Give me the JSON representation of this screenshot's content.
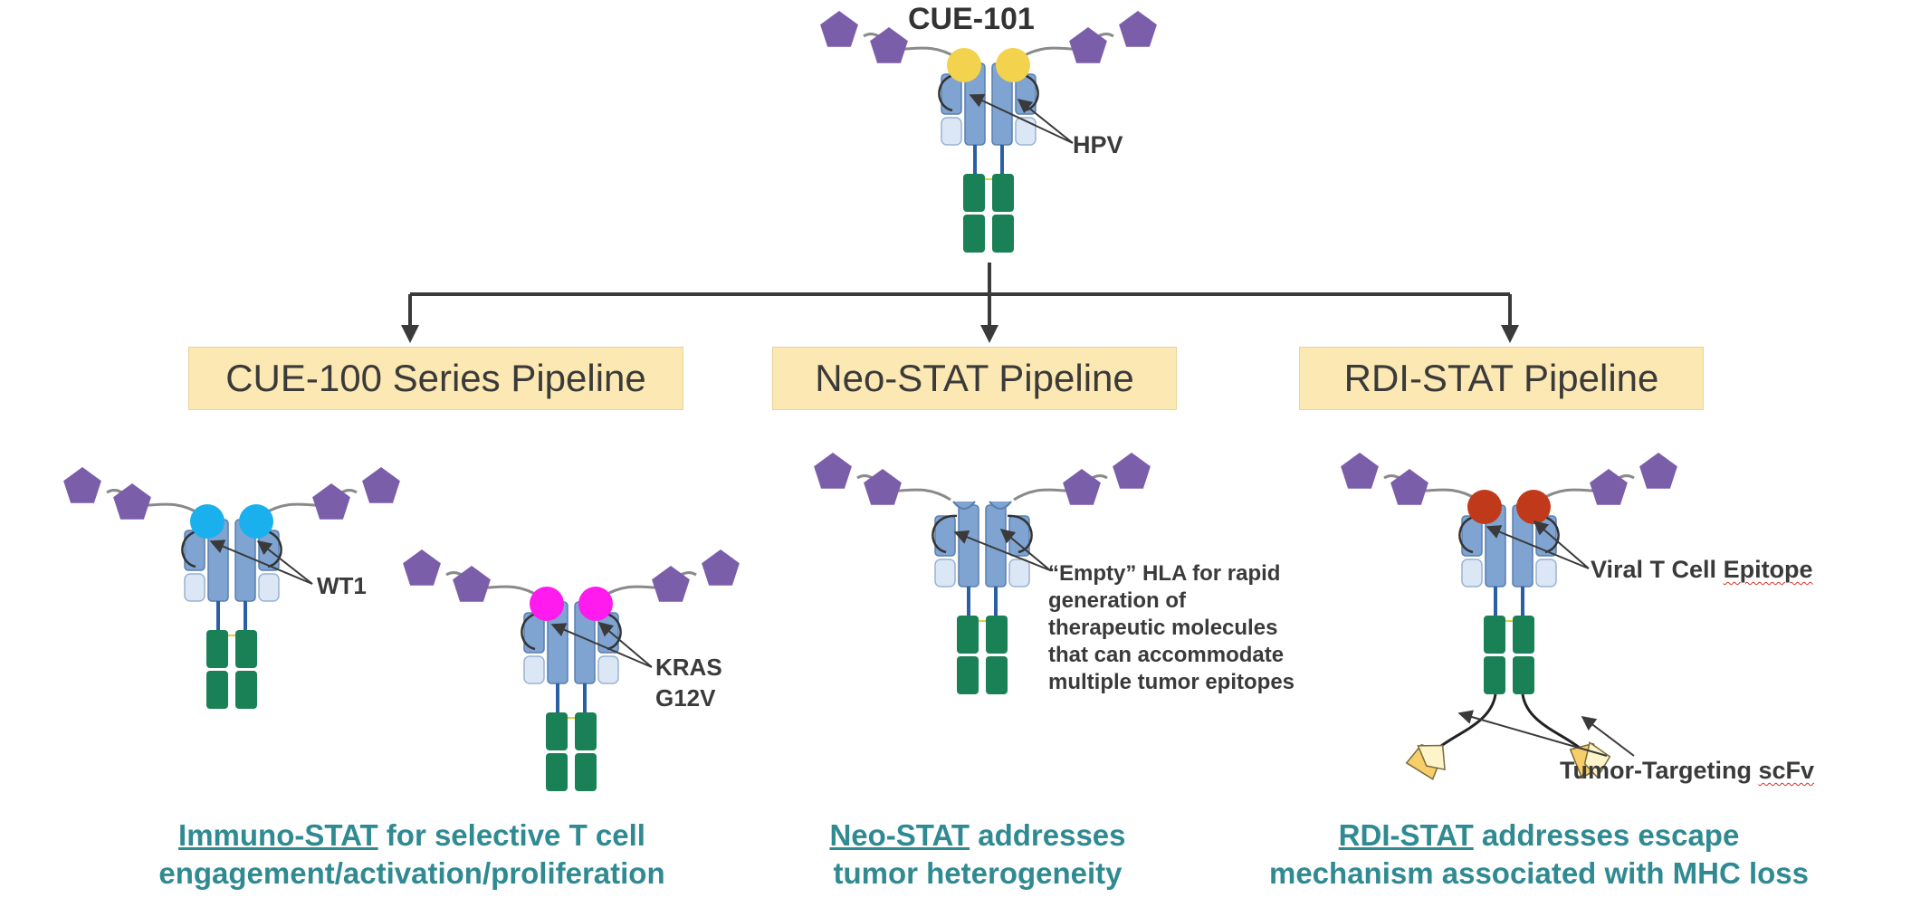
{
  "top": {
    "title": "CUE-101",
    "epitope_label": "HPV"
  },
  "pipelines": [
    {
      "label": "CUE-100 Series Pipeline"
    },
    {
      "label": "Neo-STAT Pipeline"
    },
    {
      "label": "RDI-STAT Pipeline"
    }
  ],
  "molecules": {
    "wt1": {
      "label": "WT1",
      "color": "#1ab0ee"
    },
    "kras": {
      "label_line1": "KRAS",
      "label_line2": "G12V",
      "color": "#ff1aee"
    },
    "hpv": {
      "color": "#f3d24e"
    },
    "neo": {
      "desc": [
        "“Empty” HLA for rapid",
        "generation of",
        "therapeutic molecules",
        "that can accommodate",
        "multiple tumor epitopes"
      ]
    },
    "rdi": {
      "epitope_label_main": "Viral T Cell ",
      "epitope_label_squig": "Epitope",
      "color": "#c0391b",
      "scfv_label_main": "Tumor-Targeting ",
      "scfv_label_squig": "scFv"
    }
  },
  "captions": {
    "immuno": {
      "underlined": "Immuno-STAT",
      "rest1": " for selective T cell",
      "line2": "engagement/activation/proliferation"
    },
    "neo": {
      "underlined": "Neo-STAT",
      "rest1": " addresses",
      "line2": "tumor heterogeneity"
    },
    "rdi": {
      "underlined": "RDI-STAT",
      "rest1": " addresses escape",
      "line2": "mechanism associated with MHC loss"
    }
  },
  "colors": {
    "pentagon": "#7a5ea9",
    "hla": "#7fa4d1",
    "hla_light": "#dce7f5",
    "fc": "#1a8056",
    "arrow": "#3a3a3a"
  }
}
